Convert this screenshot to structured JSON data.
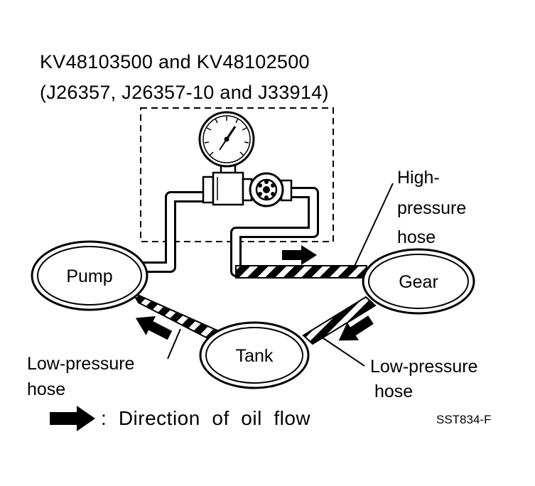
{
  "title": {
    "line1": "KV48103500 and KV48102500",
    "line2": "(J26357, J26357-10 and J33914)"
  },
  "components": {
    "pump": "Pump",
    "gear": "Gear",
    "tank": "Tank"
  },
  "callouts": {
    "high_pressure": [
      "High-",
      "pressure",
      "hose"
    ],
    "low_pressure_left": [
      "Low-pressure",
      "hose"
    ],
    "low_pressure_right": [
      "Low-pressure",
      "hose"
    ]
  },
  "legend": {
    "text": ":  Direction  of  oil  flow",
    "icon": "arrow-right-icon"
  },
  "figure_code": "SST834-F",
  "colors": {
    "ink": "#000000",
    "paper": "#ffffff"
  }
}
